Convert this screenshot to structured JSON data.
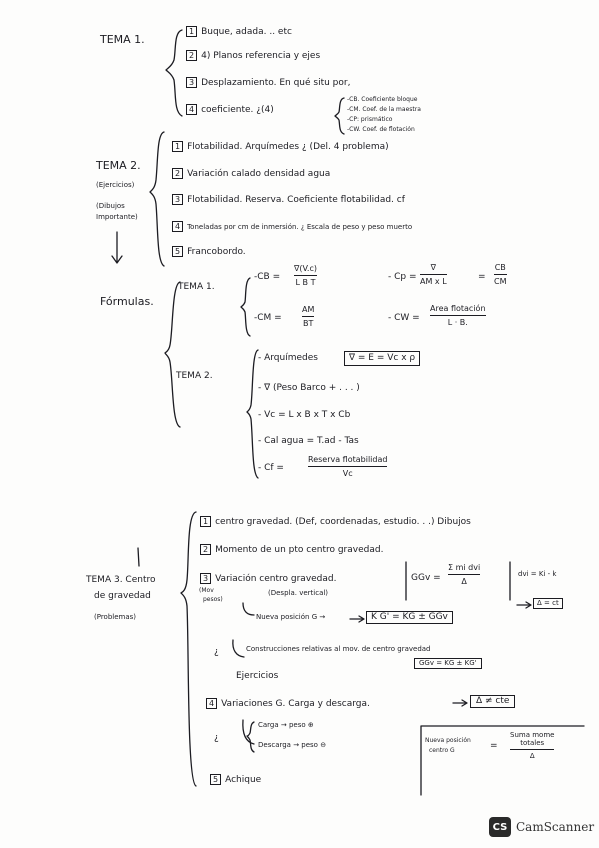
{
  "tema1": {
    "title": "TEMA 1.",
    "items": [
      {
        "num": "1",
        "text": "Buque, adada. .. etc"
      },
      {
        "num": "2",
        "text": "4) Planos referencia y ejes"
      },
      {
        "num": "3",
        "text": "Desplazamiento. En qué situ por,"
      },
      {
        "num": "4",
        "text": "coeficiente. ¿(4)"
      }
    ],
    "coefs": [
      "-CB. Coeficiente bloque",
      "-CM. Coef. de la maestra",
      "-CP: prismático",
      "-CW. Coef. de flotación"
    ]
  },
  "tema2": {
    "title": "TEMA 2.",
    "sub1": "(Ejercicios)",
    "sub2": "(Dibujos",
    "sub3": "Importante)",
    "items": [
      {
        "num": "1",
        "text": "Flotabilidad. Arquímedes ¿ (Del. 4 problema)"
      },
      {
        "num": "2",
        "text": "Variación calado densidad agua"
      },
      {
        "num": "3",
        "text": "Flotabilidad. Reserva. Coeficiente flotabilidad. cf"
      },
      {
        "num": "4",
        "text": "Toneladas por cm de inmersión. ¿ Escala de peso y peso muerto"
      },
      {
        "num": "5",
        "text": "Francobordo."
      }
    ]
  },
  "formulas": {
    "title": "Fórmulas.",
    "t1": {
      "label": "TEMA 1.",
      "cb": {
        "lhs": "-CB =",
        "num": "∇(V.c)",
        "den": "L B T"
      },
      "cp": {
        "lhs": "- Cp =",
        "num": "∇",
        "den": "AM x L",
        "eq": "=",
        "num2": "CB",
        "den2": "CM"
      },
      "cm": {
        "lhs": "-CM =",
        "num": "AM",
        "den": "BT"
      },
      "cw": {
        "lhs": "- CW =",
        "num": "Area flotación",
        "den": "L · B."
      }
    },
    "t2": {
      "label": "TEMA 2.",
      "lines": [
        "- Arquímedes",
        "- ∇ (Peso Barco + . . . )",
        "- Vc = L x B x T x Cb",
        "- Cal agua = T.ad - Tas"
      ],
      "box": "∇ = E = Vc x ρ",
      "cf": {
        "lhs": "- Cf =",
        "num": "Reserva flotabilidad",
        "den": "Vc"
      }
    }
  },
  "tema3": {
    "title": "TEMA 3. Centro",
    "title2": "de gravedad",
    "title3": "(Problemas)",
    "items": [
      {
        "num": "1",
        "text": "centro gravedad. (Def, coordenadas, estudio. . .) Dibujos"
      },
      {
        "num": "2",
        "text": "Momento de un pto centro gravedad."
      },
      {
        "num": "3",
        "text": "Variación centro gravedad."
      },
      {
        "num": "4",
        "text": "Variaciones G. Carga y descarga."
      },
      {
        "num": "5",
        "text": "Achique"
      }
    ],
    "var_left1": "(Mov",
    "var_left2": "pesos)",
    "var_note": "(Despla. vertical)",
    "gg_lhs": "GGv =",
    "gg_num": "Σ mi dvi",
    "gg_den": "Δ",
    "gg_right": "dvi = Ki - k",
    "delta_ct": "Δ = ct",
    "nueva_pos": "Nueva posición G →",
    "kg_box": "K G' = KG ± GGv",
    "ejer_mark": "¿",
    "construcciones": "Construcciones relativas al mov. de centro gravedad",
    "ggv_box": "GGv = KG ± KG'",
    "ejercicios": "Ejercicios",
    "delta_ne": "Δ ≠ cte",
    "carga": "Carga → peso ⊕",
    "descarga": "Descarga → peso ⊖",
    "nueva_centro1": "Nueva posición",
    "nueva_centro2": "centro G",
    "suma_num1": "Suma mome",
    "suma_num2": "totales",
    "suma_den": "Δ",
    "eq": "="
  },
  "footer": {
    "brand": "CamScanner",
    "logo": "CS"
  },
  "colors": {
    "ink": "#1c1c22",
    "paper": "#fdfdfc",
    "logo_bg": "#2a2a2a"
  }
}
